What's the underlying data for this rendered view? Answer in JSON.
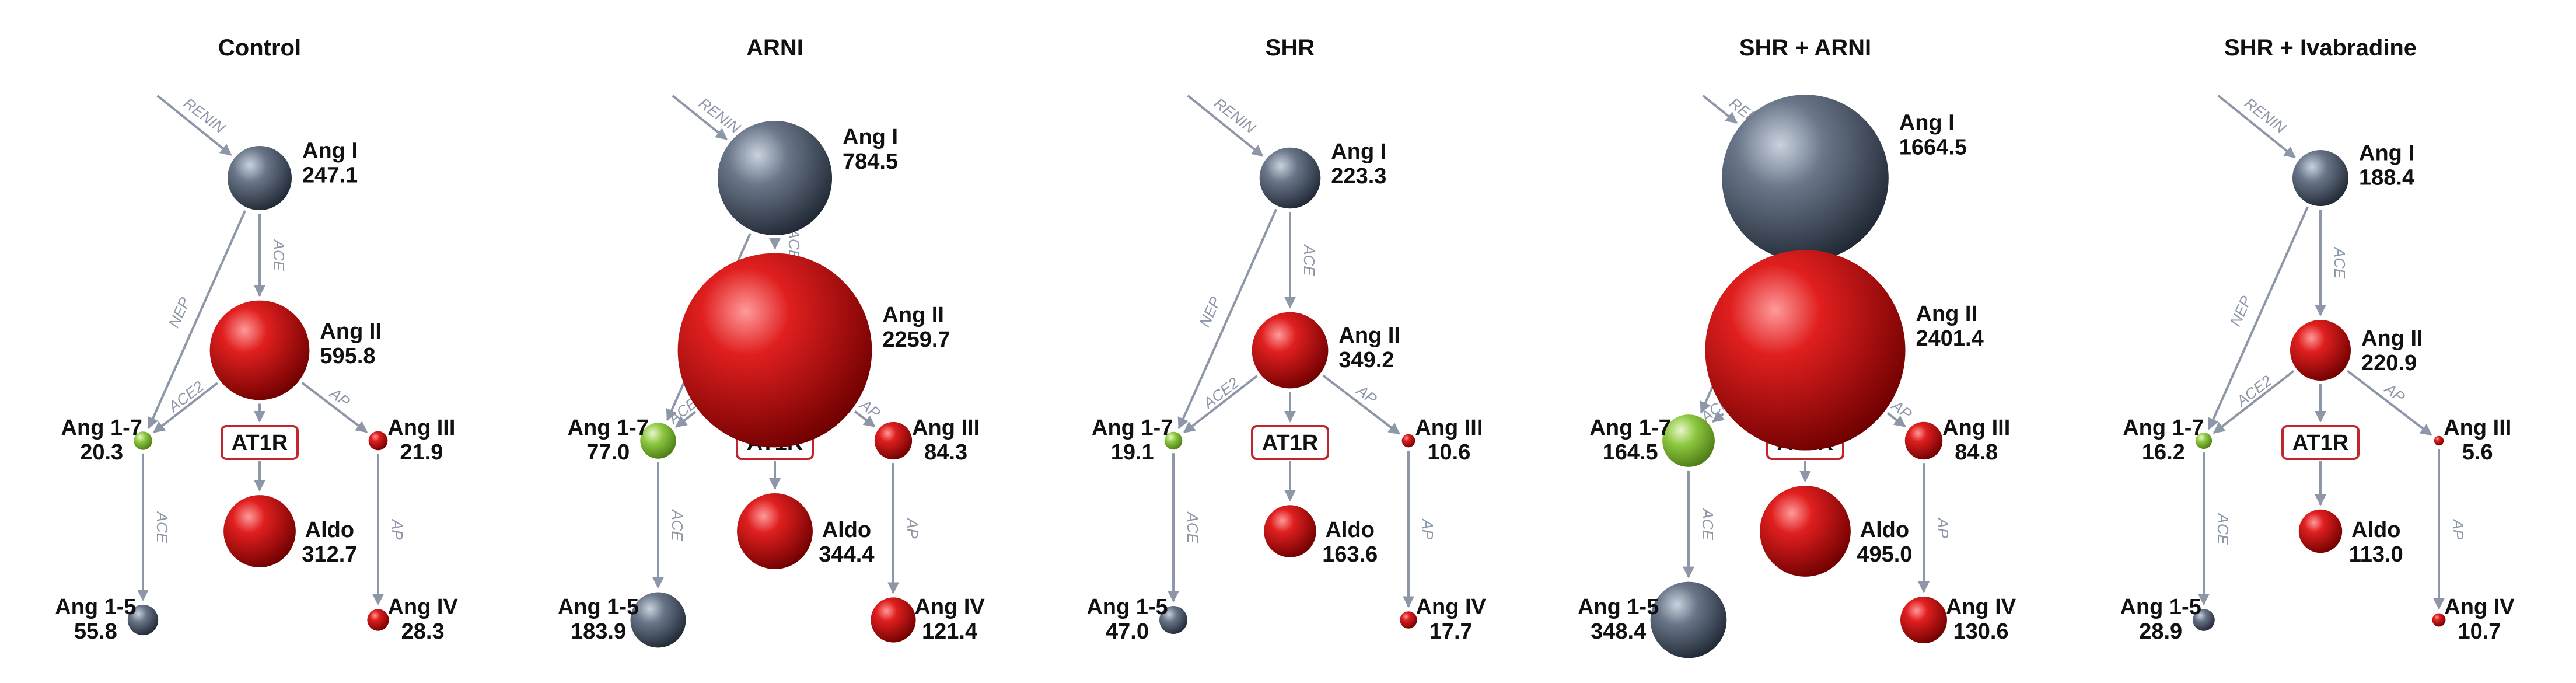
{
  "colors": {
    "arrow": "#8d97a8",
    "grey_node": "#4a5568",
    "red_node": "#c41e1e",
    "green_node": "#8cc63f",
    "receptor_border": "#c0262b"
  },
  "enzymes": {
    "renin": "RENIN",
    "ace": "ACE",
    "nep": "NEP",
    "ace2": "ACE2",
    "ap": "AP"
  },
  "receptor": "AT1R",
  "node_names": {
    "ang1": "Ang I",
    "ang2": "Ang II",
    "ang17": "Ang 1-7",
    "ang3": "Ang III",
    "aldo": "Aldo",
    "ang15": "Ang 1-5",
    "ang4": "Ang IV"
  },
  "panels": [
    {
      "title": "Control",
      "values": {
        "ang1": "247.1",
        "ang2": "595.8",
        "ang17": "20.3",
        "ang3": "21.9",
        "aldo": "312.7",
        "ang15": "55.8",
        "ang4": "28.3"
      },
      "sizes": {
        "ang1": 247.1,
        "ang2": 595.8,
        "ang17": 20.3,
        "ang3": 21.9,
        "aldo": 312.7,
        "ang15": 55.8,
        "ang4": 28.3
      }
    },
    {
      "title": "ARNI",
      "values": {
        "ang1": "784.5",
        "ang2": "2259.7",
        "ang17": "77.0",
        "ang3": "84.3",
        "aldo": "344.4",
        "ang15": "183.9",
        "ang4": "121.4"
      },
      "sizes": {
        "ang1": 784.5,
        "ang2": 2259.7,
        "ang17": 77.0,
        "ang3": 84.3,
        "aldo": 344.4,
        "ang15": 183.9,
        "ang4": 121.4
      }
    },
    {
      "title": "SHR",
      "values": {
        "ang1": "223.3",
        "ang2": "349.2",
        "ang17": "19.1",
        "ang3": "10.6",
        "aldo": "163.6",
        "ang15": "47.0",
        "ang4": "17.7"
      },
      "sizes": {
        "ang1": 223.3,
        "ang2": 349.2,
        "ang17": 19.1,
        "ang3": 10.6,
        "aldo": 163.6,
        "ang15": 47.0,
        "ang4": 17.7
      }
    },
    {
      "title": "SHR + ARNI",
      "values": {
        "ang1": "1664.5",
        "ang2": "2401.4",
        "ang17": "164.5",
        "ang3": "84.8",
        "aldo": "495.0",
        "ang15": "348.4",
        "ang4": "130.6"
      },
      "sizes": {
        "ang1": 1664.5,
        "ang2": 2401.4,
        "ang17": 164.5,
        "ang3": 84.8,
        "aldo": 495.0,
        "ang15": 348.4,
        "ang4": 130.6
      }
    },
    {
      "title": "SHR + Ivabradine",
      "values": {
        "ang1": "188.4",
        "ang2": "220.9",
        "ang17": "16.2",
        "ang3": "5.6",
        "aldo": "113.0",
        "ang15": "28.9",
        "ang4": "10.7"
      },
      "sizes": {
        "ang1": 188.4,
        "ang2": 220.9,
        "ang17": 16.2,
        "ang3": 5.6,
        "aldo": 113.0,
        "ang15": 28.9,
        "ang4": 10.7
      }
    }
  ]
}
